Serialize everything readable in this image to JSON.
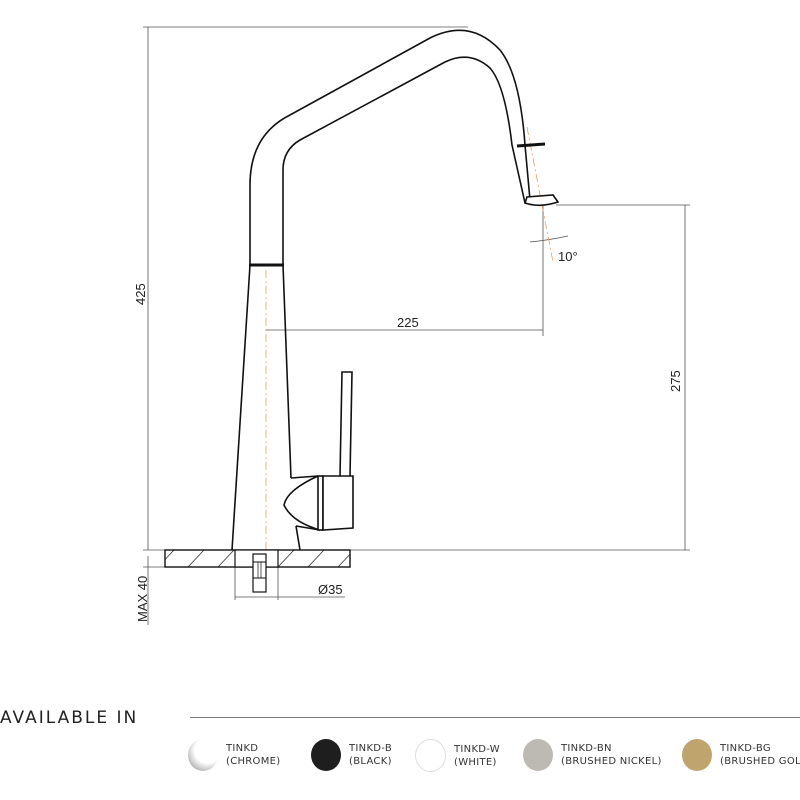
{
  "dimensions": {
    "height": "425",
    "reach": "225",
    "spout_height": "275",
    "angle": "10°",
    "max_deck": "MAX 40",
    "hole_diameter": "Ø35"
  },
  "available": {
    "title": "AVAILABLE IN",
    "finishes": [
      {
        "code": "TINKD",
        "name": "(CHROME)",
        "color": "#e8e8e8"
      },
      {
        "code": "TINKD-B",
        "name": "(BLACK)",
        "color": "#1e1e1e"
      },
      {
        "code": "TINKD-W",
        "name": "(WHITE)",
        "color": "#ffffff"
      },
      {
        "code": "TINKD-BN",
        "name": "(BRUSHED NICKEL)",
        "color": "#bdbab4"
      },
      {
        "code": "TINKD-BG",
        "name": "(BRUSHED GOL",
        "color": "#bfa46e"
      }
    ]
  }
}
